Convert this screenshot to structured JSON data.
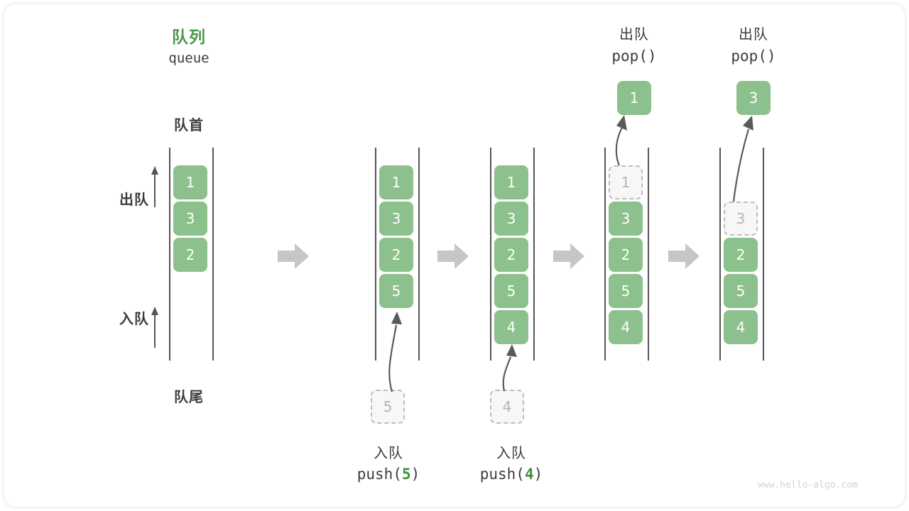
{
  "diagram": {
    "title_cn": "队列",
    "title_en": "queue",
    "front_label": "队首",
    "rear_label": "队尾",
    "dequeue_dir_label": "出队",
    "enqueue_dir_label": "入队",
    "watermark": "www.hello-algo.com",
    "accent_green": "#479a47",
    "cell_green": "#8cc08c",
    "arg_green": "#3f8f3f",
    "ghost_gray": "#b5b5b5",
    "arrow_gray": "#c6c6c6",
    "rail_gray": "#555555"
  },
  "stages": [
    {
      "id": "initial",
      "header_cn": "",
      "header_code": "",
      "caption_cn": "",
      "caption_code": "",
      "cells": [
        {
          "value": "1",
          "state": "filled"
        },
        {
          "value": "3",
          "state": "filled"
        },
        {
          "value": "2",
          "state": "filled"
        }
      ]
    },
    {
      "id": "push-5",
      "header_cn": "",
      "header_code": "",
      "caption_cn": "入队",
      "caption_code_prefix": "push(",
      "caption_code_arg": "5",
      "caption_code_suffix": ")",
      "incoming_value": "5",
      "cells": [
        {
          "value": "1",
          "state": "filled"
        },
        {
          "value": "3",
          "state": "filled"
        },
        {
          "value": "2",
          "state": "filled"
        },
        {
          "value": "5",
          "state": "filled"
        }
      ]
    },
    {
      "id": "push-4",
      "header_cn": "",
      "header_code": "",
      "caption_cn": "入队",
      "caption_code_prefix": "push(",
      "caption_code_arg": "4",
      "caption_code_suffix": ")",
      "incoming_value": "4",
      "cells": [
        {
          "value": "1",
          "state": "filled"
        },
        {
          "value": "3",
          "state": "filled"
        },
        {
          "value": "2",
          "state": "filled"
        },
        {
          "value": "5",
          "state": "filled"
        },
        {
          "value": "4",
          "state": "filled"
        }
      ]
    },
    {
      "id": "pop-1",
      "header_cn": "出队",
      "header_code": "pop()",
      "popped_value": "1",
      "cells": [
        {
          "value": "1",
          "state": "ghost"
        },
        {
          "value": "3",
          "state": "filled"
        },
        {
          "value": "2",
          "state": "filled"
        },
        {
          "value": "5",
          "state": "filled"
        },
        {
          "value": "4",
          "state": "filled"
        }
      ]
    },
    {
      "id": "pop-3",
      "header_cn": "出队",
      "header_code": "pop()",
      "popped_value": "3",
      "cells": [
        {
          "value": "",
          "state": "empty"
        },
        {
          "value": "3",
          "state": "ghost"
        },
        {
          "value": "2",
          "state": "filled"
        },
        {
          "value": "5",
          "state": "filled"
        },
        {
          "value": "4",
          "state": "filled"
        }
      ]
    }
  ]
}
